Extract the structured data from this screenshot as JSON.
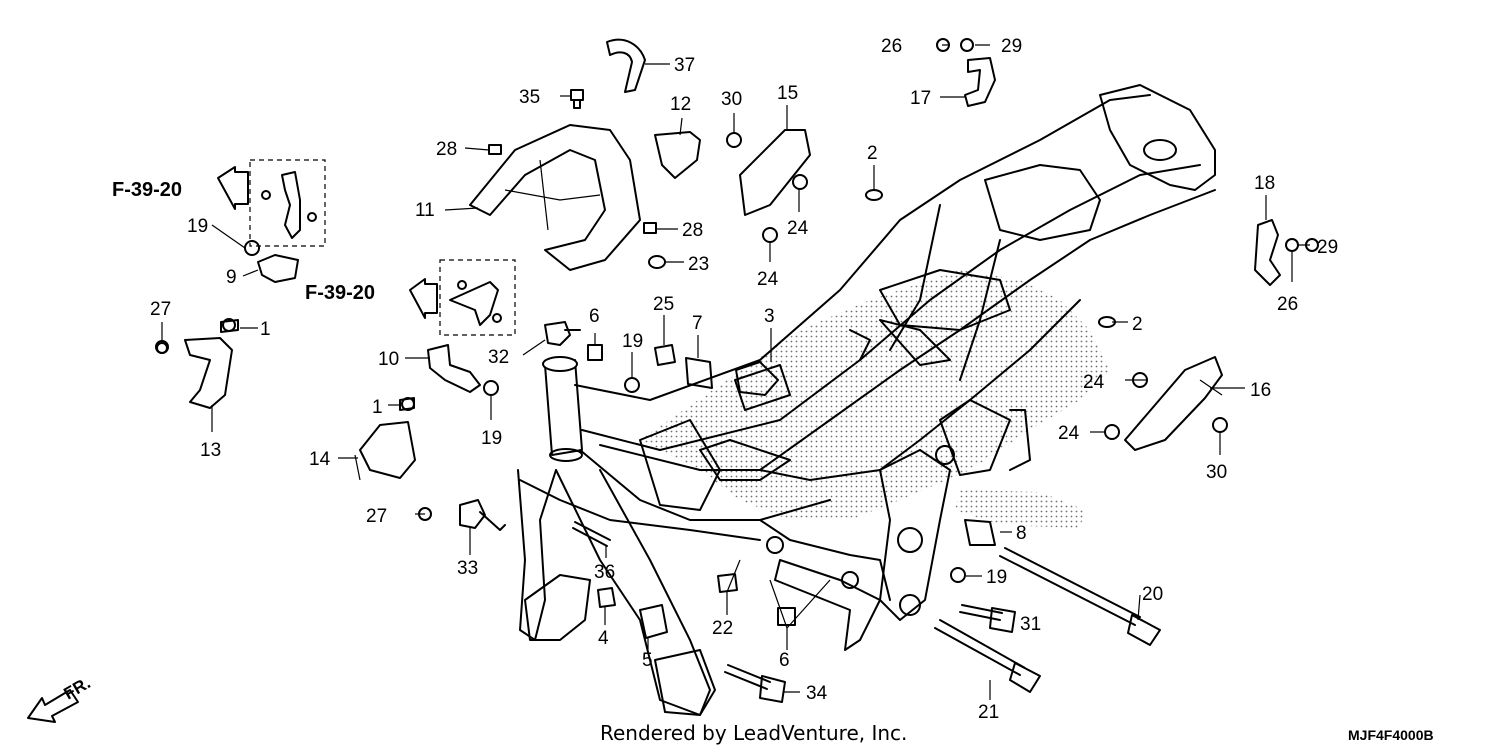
{
  "diagram": {
    "callouts": [
      "1",
      "2",
      "3",
      "4",
      "5",
      "6",
      "7",
      "8",
      "9",
      "10",
      "11",
      "12",
      "13",
      "14",
      "15",
      "16",
      "17",
      "18",
      "19",
      "20",
      "21",
      "22",
      "23",
      "24",
      "25",
      "26",
      "27",
      "28",
      "29",
      "30",
      "31",
      "32",
      "33",
      "34",
      "35",
      "36",
      "37"
    ],
    "reference_labels": [
      "F-39-20",
      "F-39-20"
    ],
    "direction_label": "FR.",
    "footer_credit": "Rendered by LeadVenture, Inc.",
    "diagram_code": "MJF4F4000B"
  }
}
